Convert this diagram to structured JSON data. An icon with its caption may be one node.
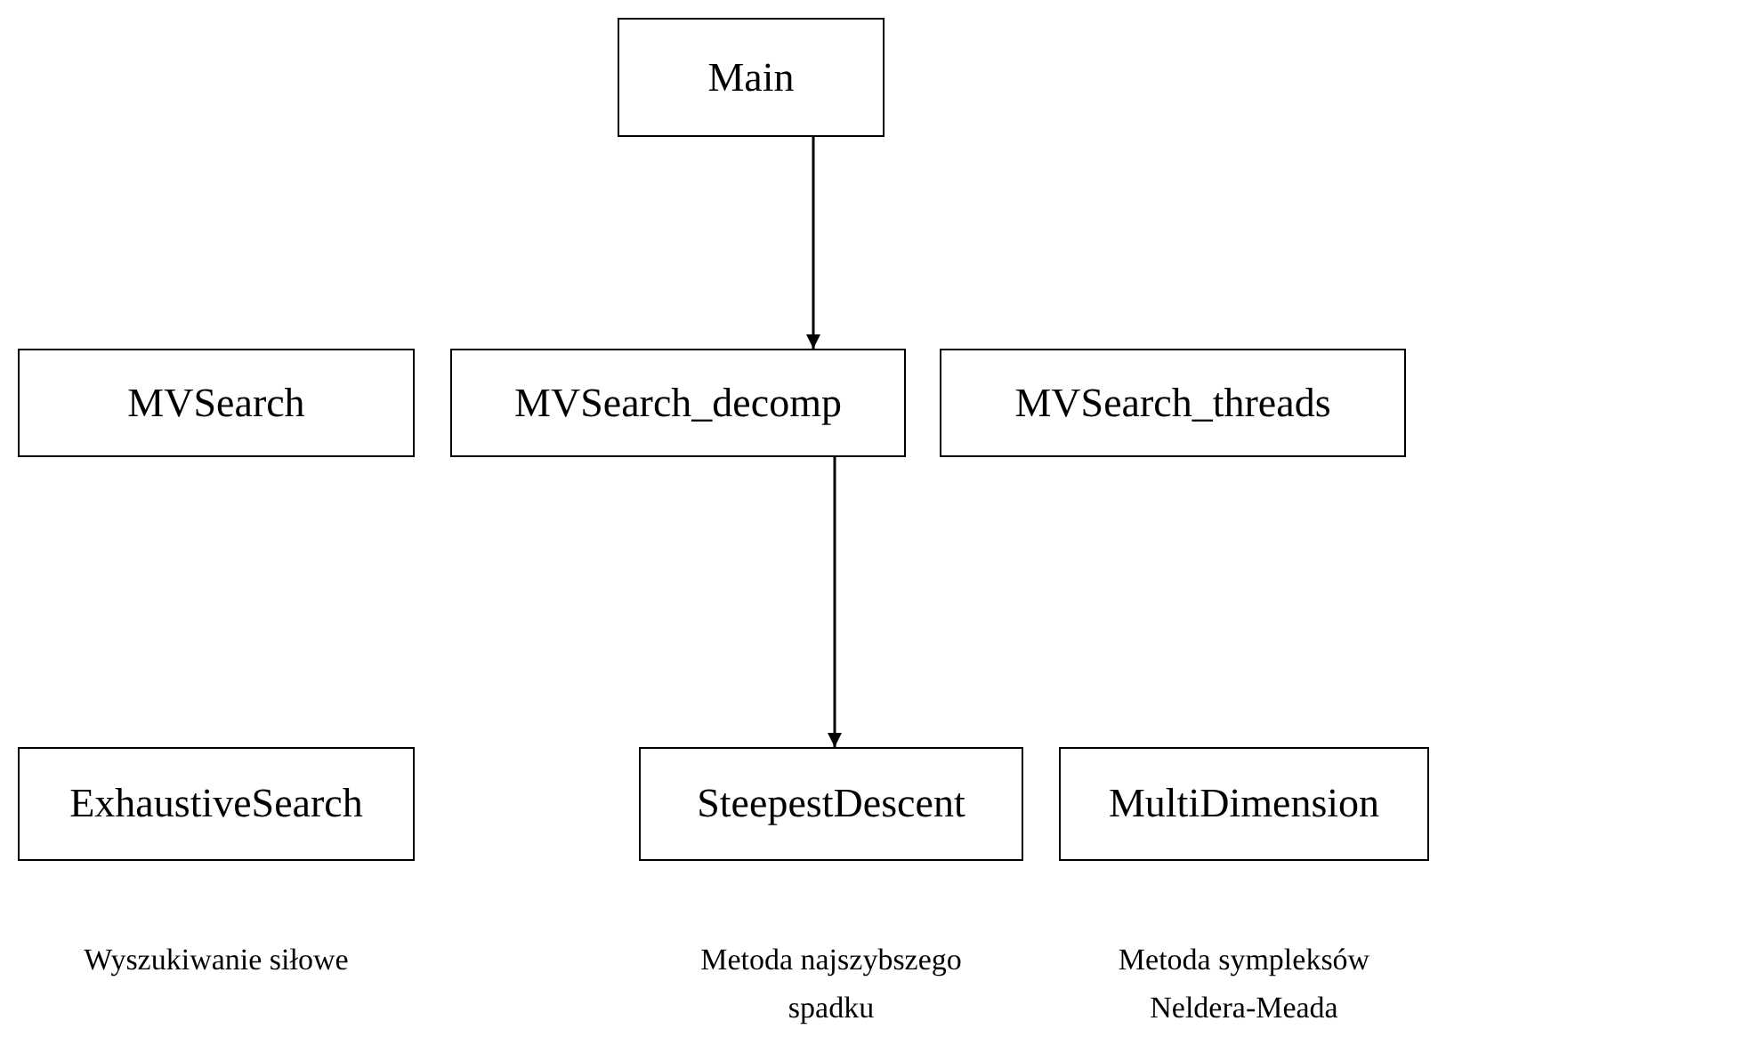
{
  "diagram": {
    "nodes": [
      {
        "text": [
          "Main"
        ]
      },
      {
        "text": [
          "MVSearch"
        ]
      },
      {
        "text": [
          "MVSearch_decomp"
        ]
      },
      {
        "text": [
          "MVSearch_threads"
        ]
      },
      {
        "text": [
          "ExhaustiveSearch"
        ],
        "beside": [
          "Wyszukiwanie siłowe"
        ]
      },
      {
        "text": [
          "SteepestDescent"
        ],
        "beside": [
          "Metoda najszybszego spadku"
        ]
      },
      {
        "text": [
          "MultiDimension"
        ],
        "beside": [
          "Metoda sympleksów Neldera-Meada"
        ]
      }
    ],
    "edges": [
      {
        "from": 0,
        "to": 2,
        "arrow": "to"
      },
      {
        "from": 2,
        "to": 5,
        "arrow": "to"
      }
    ]
  }
}
